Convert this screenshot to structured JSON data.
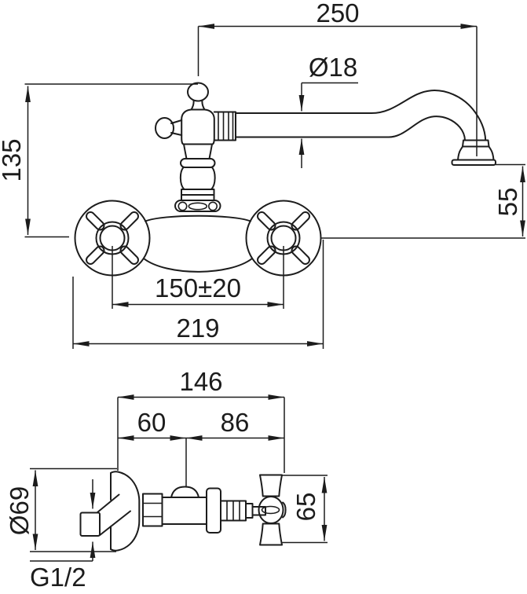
{
  "drawing": {
    "background": "#ffffff",
    "line_color": "#1c1c1c",
    "type": "faucet-dimension-drawing",
    "views": {
      "front": {
        "dims": {
          "spout_reach": "250",
          "spout_diameter": "Ø18",
          "height_to_top": "135",
          "outlet_drop": "55",
          "connection_centers": "150±20",
          "overall_width": "219"
        }
      },
      "side": {
        "dims": {
          "overall_depth": "146",
          "wall_to_spout_axis": "60",
          "axis_to_handle": "86",
          "flange_diameter": "Ø69",
          "handle_depth": "65",
          "inlet_thread": "G1/2"
        }
      }
    }
  }
}
